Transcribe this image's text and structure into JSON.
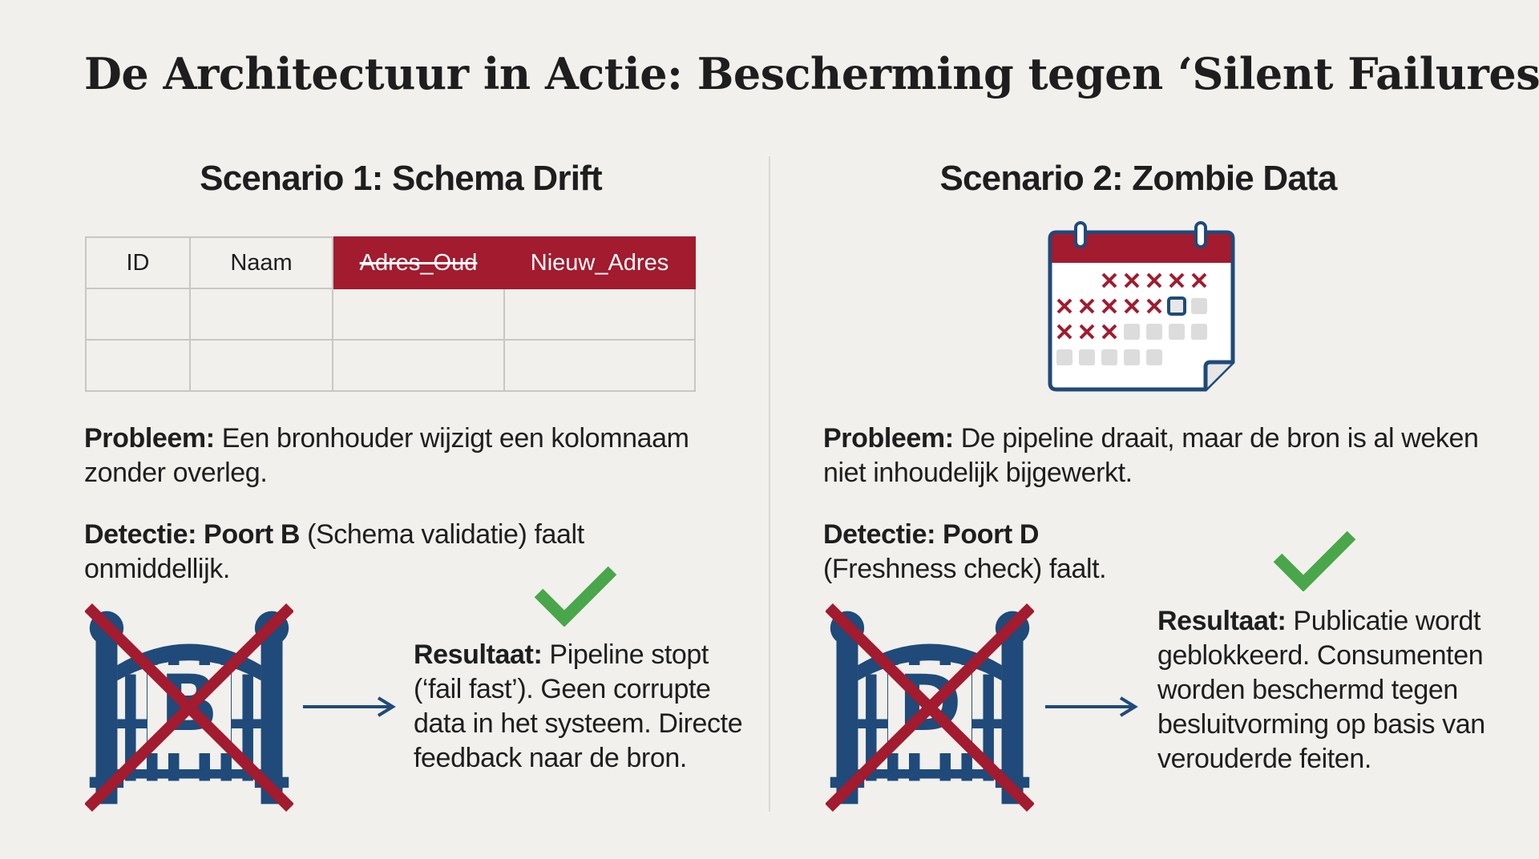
{
  "title": "De Architectuur in Actie: Bescherming tegen ‘Silent Failures’",
  "colors": {
    "accent_red": "#a21b2e",
    "navy": "#1f4a7a",
    "check_green": "#4aa64a",
    "background": "#f1f0ec"
  },
  "scenario1": {
    "title": "Scenario 1: Schema Drift",
    "table": {
      "headers": [
        "ID",
        "Naam",
        "Adres_Oud",
        "Nieuw_Adres"
      ],
      "rows": [
        [
          "",
          "",
          "",
          ""
        ],
        [
          "",
          "",
          "",
          ""
        ]
      ]
    },
    "problem_label": "Probleem:",
    "problem_text": "Een bronhouder wijzigt een kolomnaam zonder overleg.",
    "detection_label": "Detectie: Poort B",
    "detection_text": "(Schema validatie) faalt onmiddellijk.",
    "gate_letter": "B",
    "result_label": "Resultaat:",
    "result_text": "Pipeline stopt (‘fail fast’). Geen corrupte data in het systeem. Directe feedback naar de bron.",
    "icons": [
      "gate-icon",
      "cross-icon",
      "arrow-right-icon",
      "checkmark-icon"
    ]
  },
  "scenario2": {
    "title": "Scenario 2: Zombie Data",
    "problem_label": "Probleem:",
    "problem_text": "De pipeline draait, maar de bron is al weken niet inhoudelijk bijgewerkt.",
    "detection_label": "Detectie: Poort D",
    "detection_text": "(Freshness check) faalt.",
    "gate_letter": "D",
    "result_label": "Resultaat:",
    "result_text": "Publicatie wordt geblokkeerd. Consumenten worden beschermd tegen besluitvorming op basis van verouderde feiten.",
    "icons": [
      "calendar-icon",
      "gate-icon",
      "cross-icon",
      "arrow-right-icon",
      "checkmark-icon"
    ]
  }
}
